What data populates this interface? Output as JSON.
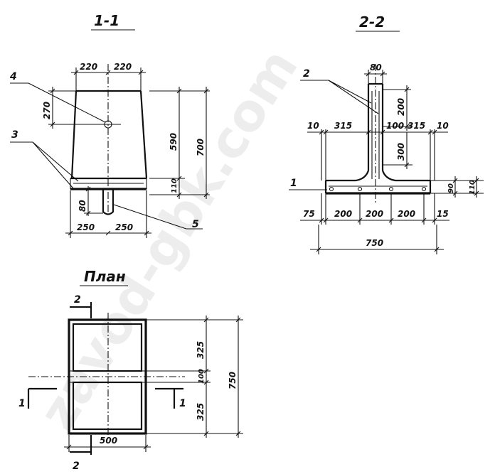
{
  "titles": {
    "section_1": "1-1",
    "section_2": "2-2",
    "plan": "План"
  },
  "section_1_dims": {
    "top_left": "220",
    "top_right": "220",
    "offset": "270",
    "height_590": "590",
    "height_700": "700",
    "slab": "110",
    "lug": "80",
    "bottom_left": "250",
    "bottom_right": "250"
  },
  "section_1_callouts": {
    "c4": "4",
    "c3": "3",
    "c5": "5"
  },
  "section_2_dims": {
    "top": "80",
    "d200": "200",
    "l10": "10",
    "l315": "315",
    "m100": "100",
    "r315": "315",
    "r10": "10",
    "d300": "300",
    "h90": "90",
    "h110": "110",
    "b75": "75",
    "b200a": "200",
    "b200b": "200",
    "b200c": "200",
    "b15": "15",
    "total": "750"
  },
  "section_2_callouts": {
    "c2": "2",
    "c1": "1"
  },
  "plan_dims": {
    "h325a": "325",
    "h100": "100",
    "h325b": "325",
    "h750": "750",
    "w500": "500"
  },
  "plan_cut_marks": {
    "top": "2",
    "bottom": "2",
    "left": "1",
    "right": "1"
  },
  "watermark": "zavod-gbk.com"
}
